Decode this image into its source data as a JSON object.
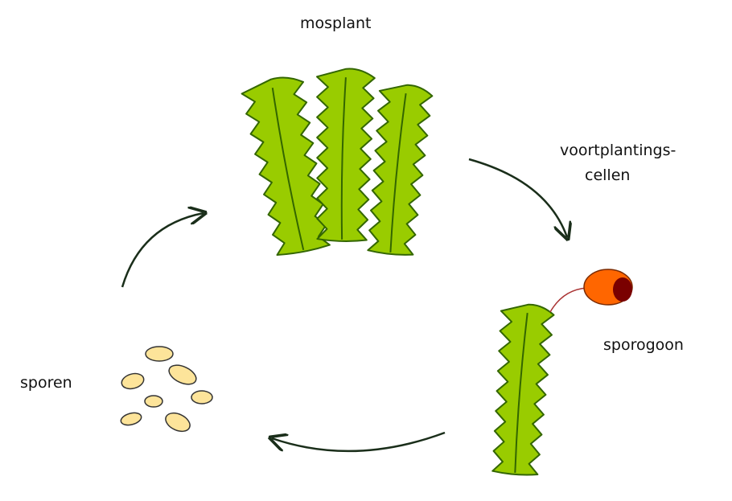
{
  "labels": {
    "mosplant": "mosplant",
    "voortplantingscellen_line1": "voortplantings-",
    "voortplantingscellen_line2": "cellen",
    "sporogoon": "sporogoon",
    "sporen": "sporen"
  },
  "colors": {
    "leaf_fill": "#99cc00",
    "leaf_stroke": "#336600",
    "capsule_fill": "#ff6600",
    "capsule_dark": "#7a0000",
    "spore_fill": "#fde49a",
    "arrow": "#1a2e1a"
  }
}
